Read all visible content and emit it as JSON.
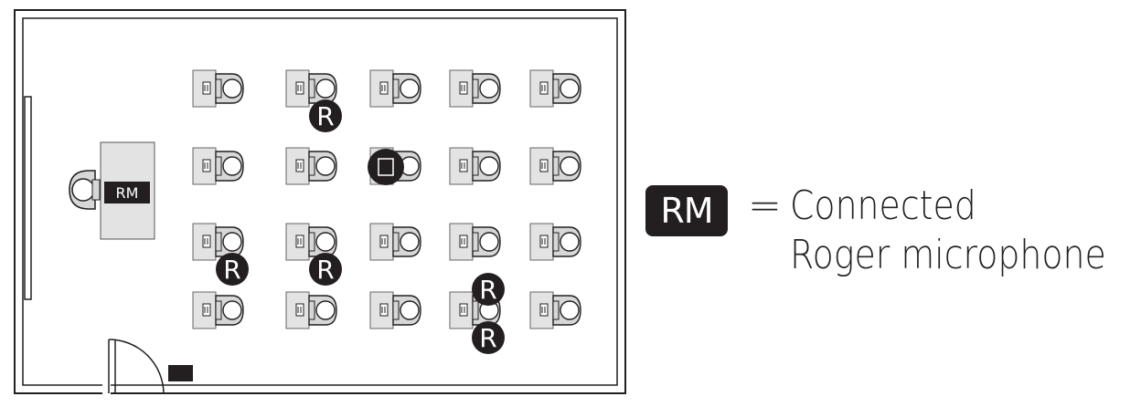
{
  "teacher_desk": {
    "label": "RM"
  },
  "student_badge_letter": "R",
  "legend": {
    "badge": "RM",
    "equals": "=",
    "line1": "Connected",
    "line2": "Roger microphone"
  },
  "colors": {
    "ink": "#231f20",
    "desk_fill": "#e3e3e3",
    "chair_fill": "#d7d7d7",
    "background": "#ffffff"
  },
  "desks": {
    "rows": 4,
    "columns": 5,
    "roger_mic_positions": [
      {
        "row": 1,
        "column": 2
      },
      {
        "row": 3,
        "column": 1
      },
      {
        "row": 3,
        "column": 2
      },
      {
        "row": 4,
        "column": 4
      },
      {
        "row": 4,
        "column": 4
      }
    ],
    "dark_marker_positions": [
      {
        "row": 2,
        "column": 3
      }
    ]
  },
  "icons": [
    "desk-icon",
    "chair-icon",
    "roger-mic-badge-icon",
    "door-icon",
    "whiteboard-icon",
    "outlet-icon"
  ]
}
